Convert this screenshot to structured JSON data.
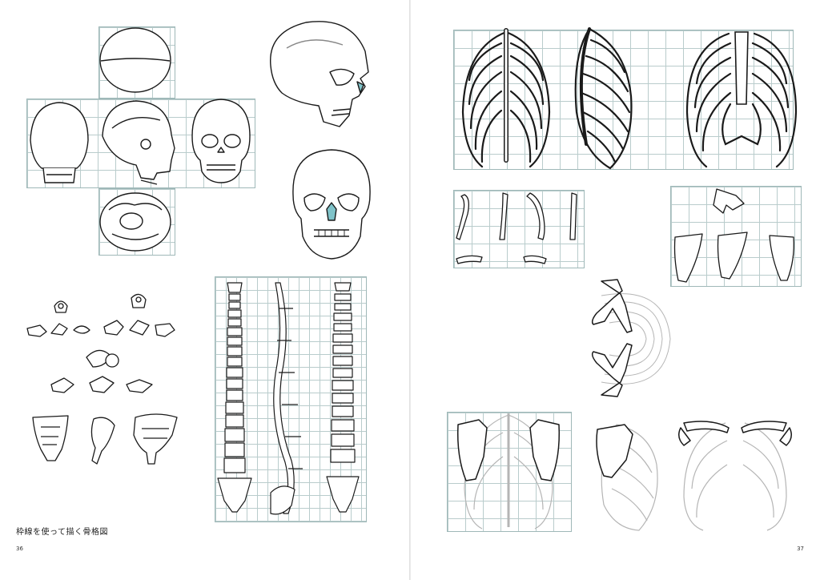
{
  "left_page": {
    "caption": "枠線を使って描く骨格図",
    "page_number": "36"
  },
  "right_page": {
    "page_number": "37"
  },
  "colors": {
    "line": "#1a1a1a",
    "grid": "#9fb8b8",
    "accent_nasal": "#7fc3c9",
    "faint_line": "#b5b5b5"
  },
  "illustrations": [
    "skull-orthographic-views",
    "skull-three-quarter-view",
    "skull-front-view",
    "vertebrae-set",
    "sacrum-set",
    "spine-front-side-back",
    "ribcage-back-side-front",
    "clavicle-views",
    "scapula-views",
    "shoulder-girdle-top-view",
    "shoulder-girdle-on-ribcage"
  ]
}
